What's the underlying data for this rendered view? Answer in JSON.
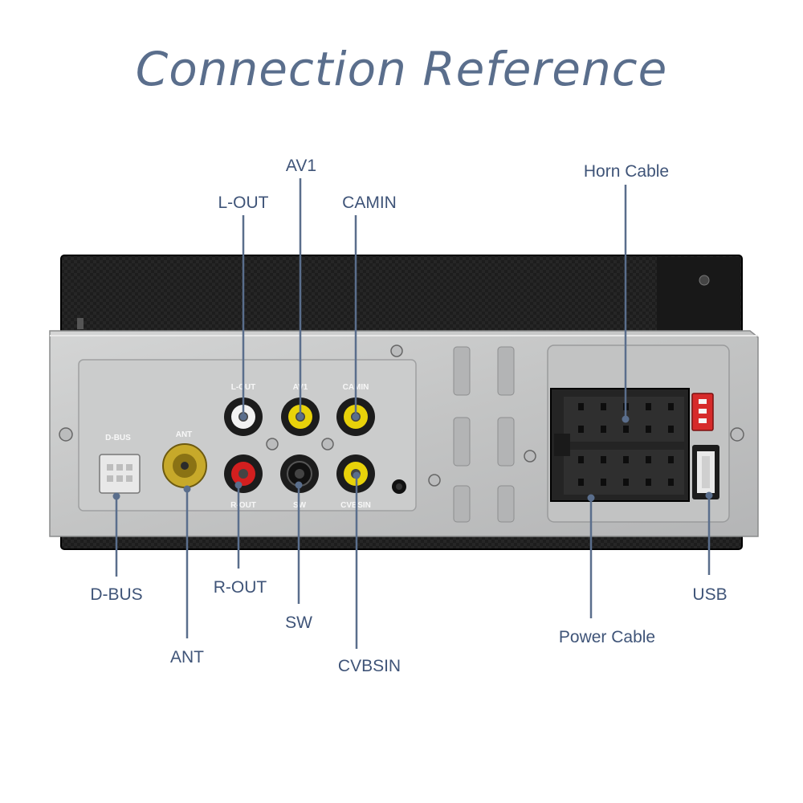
{
  "title": "Connection Reference",
  "colors": {
    "title": "#5a6e8c",
    "label": "#3f5478",
    "leader": "#5a6e8c",
    "panel": "#c7c8c8",
    "body": "#1b1b1b",
    "rca_yellow": "#e8d20a",
    "rca_red": "#d31f1f",
    "rca_white": "#f2f2f2",
    "rca_black": "#111111",
    "fuse_red": "#d62a2a"
  },
  "connectors": [
    {
      "id": "av1",
      "label": "AV1"
    },
    {
      "id": "l-out",
      "label": "L-OUT"
    },
    {
      "id": "camin",
      "label": "CAMIN"
    },
    {
      "id": "horn-cable",
      "label": "Horn Cable"
    },
    {
      "id": "d-bus",
      "label": "D-BUS"
    },
    {
      "id": "r-out",
      "label": "R-OUT"
    },
    {
      "id": "sw",
      "label": "SW"
    },
    {
      "id": "usb",
      "label": "USB"
    },
    {
      "id": "power-cable",
      "label": "Power Cable"
    },
    {
      "id": "ant",
      "label": "ANT"
    },
    {
      "id": "cvbsin",
      "label": "CVBSIN"
    }
  ],
  "silkscreen": {
    "l_out": "L-OUT",
    "av1": "AV1",
    "camin": "CAMIN",
    "d_bus": "D-BUS",
    "ant": "ANT",
    "r_out": "R-OUT",
    "sw": "SW",
    "cvbsin": "CVBSIN"
  }
}
